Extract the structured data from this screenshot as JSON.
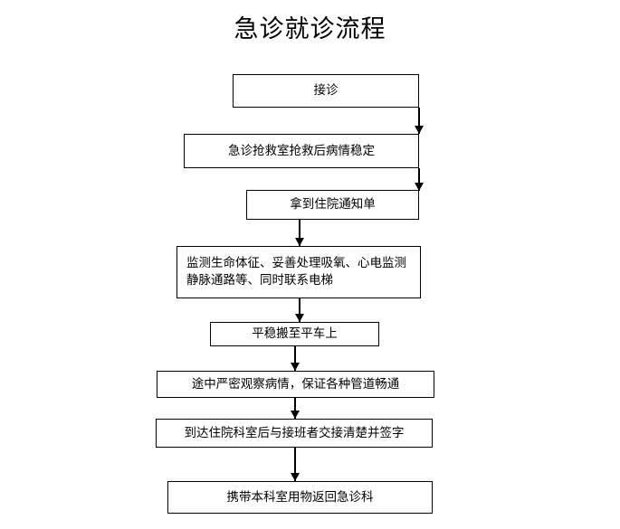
{
  "title": "急诊就诊流程",
  "flowchart": {
    "orientation": "top-to-bottom",
    "line_color": "#000000",
    "box_fill": "#ffffff",
    "nodes": [
      {
        "id": "n1",
        "label": "接诊"
      },
      {
        "id": "n2",
        "label": "急诊抢救室抢救后病情稳定"
      },
      {
        "id": "n3",
        "label": "拿到住院通知单"
      },
      {
        "id": "n4",
        "label": "监测生命体征、妥善处理吸氧、心电监测\n静脉通路等、同时联系电梯"
      },
      {
        "id": "n5",
        "label": "平稳搬至平车上"
      },
      {
        "id": "n6",
        "label": "途中严密观察病情，保证各种管道畅通"
      },
      {
        "id": "n7",
        "label": "到达住院科室后与接班者交接清楚并签字"
      },
      {
        "id": "n8",
        "label": "携带本科室用物返回急诊科"
      }
    ],
    "edges": [
      {
        "from": "n1",
        "to": "n2"
      },
      {
        "from": "n2",
        "to": "n3"
      },
      {
        "from": "n3",
        "to": "n4"
      },
      {
        "from": "n4",
        "to": "n5"
      },
      {
        "from": "n5",
        "to": "n6"
      },
      {
        "from": "n6",
        "to": "n7"
      },
      {
        "from": "n7",
        "to": "n8"
      }
    ]
  }
}
